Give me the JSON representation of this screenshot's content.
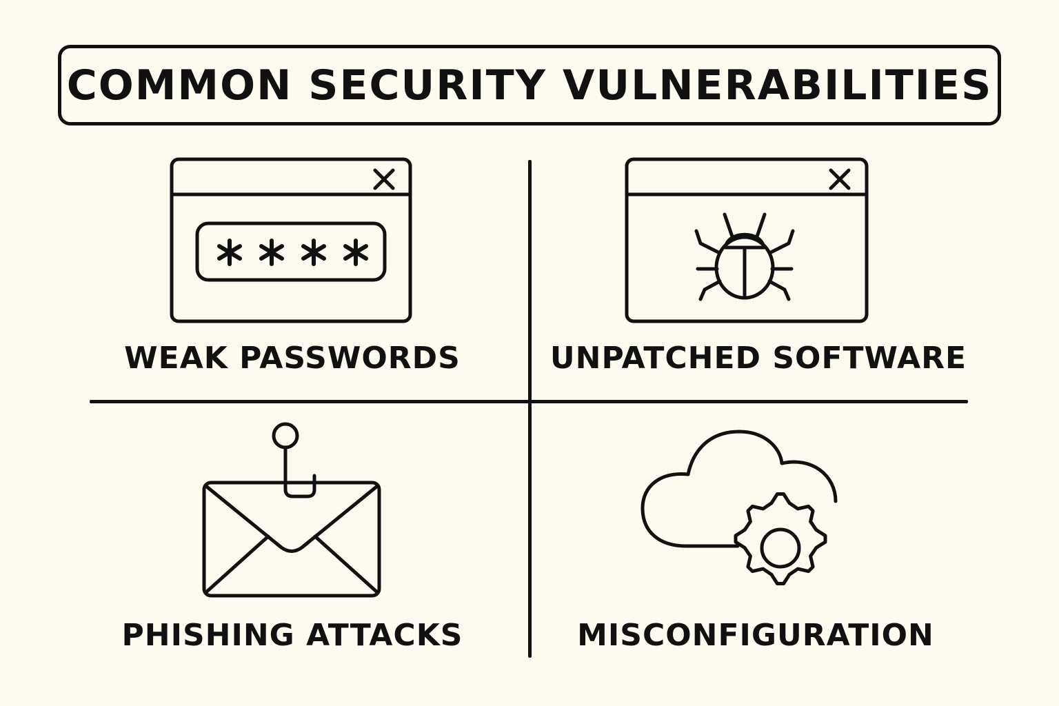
{
  "title": "COMMON SECURITY VULNERABILITIES",
  "quadrants": [
    {
      "label": "WEAK PASSWORDS",
      "icon": "password-window-icon",
      "masked_text": "****"
    },
    {
      "label": "UNPATCHED SOFTWARE",
      "icon": "bug-window-icon"
    },
    {
      "label": "PHISHING ATTACKS",
      "icon": "hooked-envelope-icon"
    },
    {
      "label": "MISCONFIGURATION",
      "icon": "cloud-gear-icon"
    }
  ],
  "colors": {
    "background": "#fdfbef",
    "ink": "#111111"
  }
}
